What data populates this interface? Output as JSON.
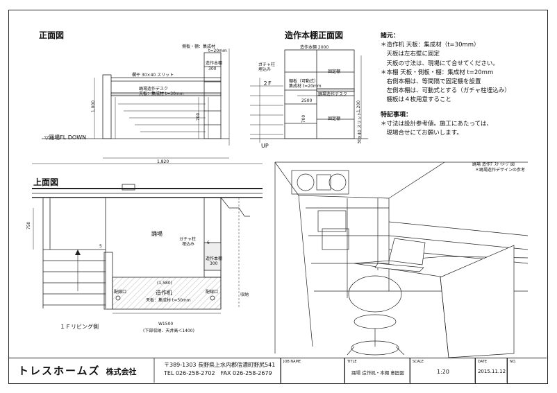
{
  "titles": {
    "front": "正面図",
    "shelf": "造作本棚正面図",
    "plan": "上面図"
  },
  "notes": {
    "heading": "諸元：",
    "lines": [
      "＊造作机 天板：集成材（t=30mm）",
      "　天板は左右壁に固定",
      "　天板の寸法は、現場にて合せてください。",
      "＊本棚 天板・側板・棚：集成材 t=20mm",
      "　右側本棚は、等間隔で固定棚を設置",
      "　左側本棚は、可動式とする（ガチャ柱埋込み）",
      "　棚板は４枚用意すること"
    ],
    "special_heading": "特記事項：",
    "special_lines": [
      "＊寸法は設計参考値。施工にあたっては、",
      "　現場合せにてお願いします。"
    ]
  },
  "front_view": {
    "side_label": "側板・棚：集成材",
    "side_thk": "t=20mm",
    "bookshelf": "造作本棚",
    "dim_300": "300",
    "handrail": "欄干 30×40 スリット",
    "desk_label": "踊場造作デスク",
    "desk_spec": "天板：集成材 t=30mm",
    "height_1000": "1,000",
    "height_700": "700",
    "floor_label": "▽踊場FL DOWN"
  },
  "shelf_view": {
    "top_label": "造作本棚 2000",
    "gacha_label": "ガチャ柱",
    "gacha_embed": "埋込み",
    "floor_2f": "２F",
    "movable": "棚板（可動式）",
    "material": "集成材 t=20mm",
    "fixed": "固定棚",
    "desk": "踊場造作デスク",
    "dim_2500": "2500",
    "up": "UP",
    "height": "1,200",
    "height_700": "700",
    "slit": "30×40 スリット"
  },
  "plan_view": {
    "width_1820": "1,820",
    "landing": "踊場",
    "gacha": "ガチャ柱",
    "gacha_embed": "埋込み",
    "bookshelf": "造作本棚",
    "dim_300": "300",
    "dim_1580": "(1,580)",
    "desk": "造作机",
    "desk_spec": "天板：集成材 t=30mm",
    "depth_750": "750",
    "step_5": "5",
    "step_6": "6",
    "wiring1": "配線口",
    "wiring2": "配線口",
    "storage": "収納",
    "width_1500": "W1500",
    "under": "(下部収納、天井高＜1400)",
    "living": "１Ｆリビング側"
  },
  "perspective": {
    "title": "踊場 造作ﾃﾞｽｸ ｲﾒｰｼﾞ図",
    "subtitle": "＊踊場造作デザインの参考"
  },
  "title_block": {
    "company": "トレスホームズ",
    "company_suffix": "株式会社",
    "address": "〒389-1303 長野県上水内郡信濃町野尻541",
    "phone": "TEL 026-258-2702　FAX 026-258-2679",
    "job_name_label": "JOB NAME",
    "job_name": "",
    "title_label": "TITLE",
    "title": "踊場 造作机・本棚 意匠図",
    "scale_label": "SCALE",
    "scale": "1:20",
    "date_label": "DATE",
    "date": "2015.11.12",
    "no_label": "NO."
  }
}
